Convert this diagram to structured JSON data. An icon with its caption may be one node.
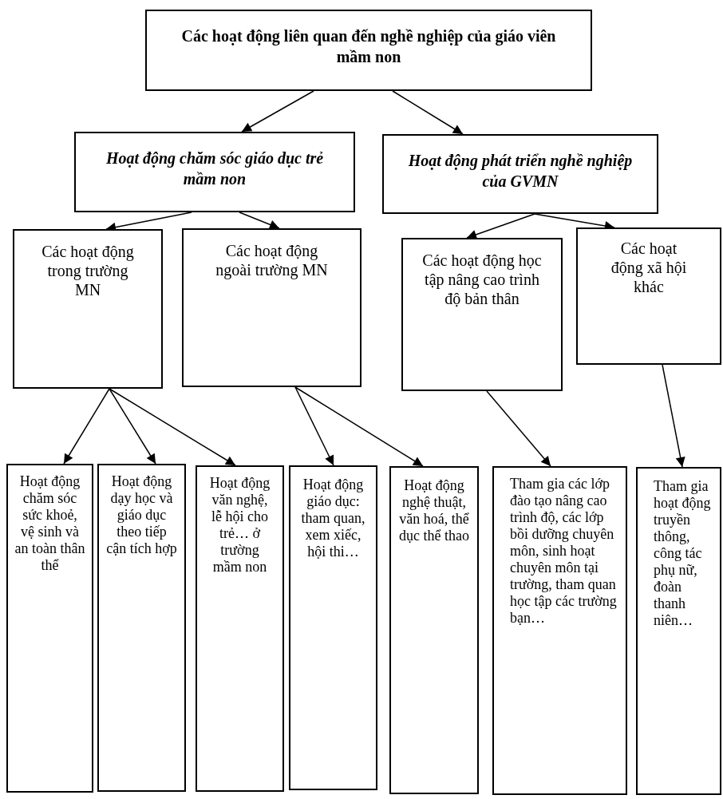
{
  "diagram": {
    "nodes": [
      {
        "text": [
          "Các hoạt động liên quan đến nghề nghiệp của giáo viên mầm non"
        ]
      },
      {
        "text": [
          "Hoạt động chăm sóc giáo dục trẻ mầm non"
        ]
      },
      {
        "text": [
          "Hoạt động phát triển nghề nghiệp của GVMN"
        ]
      },
      {
        "text": [
          "Các hoạt động trong trường MN"
        ]
      },
      {
        "text": [
          "Các hoạt động ngoài trường MN"
        ]
      },
      {
        "text": [
          "Các hoạt động học tập nâng cao trình độ bản thân"
        ]
      },
      {
        "text": [
          "Các hoạt động xã hội khác"
        ]
      },
      {
        "text": [
          "Hoạt động chăm sóc sức khoẻ, vệ sinh và an toàn thân thể"
        ]
      },
      {
        "text": [
          "Hoạt động dạy học và giáo dục theo tiếp cận tích hợp"
        ]
      },
      {
        "text": [
          "Hoạt động văn nghệ, lễ hội cho trẻ… ở trường mầm non"
        ]
      },
      {
        "text": [
          "Hoạt động giáo dục: tham quan, xem xiếc, hội thi…"
        ]
      },
      {
        "text": [
          "Hoạt động nghệ thuật, văn hoá, thể dục thể thao"
        ]
      },
      {
        "text": [
          "Tham gia các lớp đào tạo nâng cao trình độ, các lớp bồi dưỡng chuyên môn, sinh hoạt chuyên môn tại trường, tham quan học tập các trường bạn…"
        ]
      },
      {
        "text": [
          "Tham gia hoạt động truyền thông, công tác phụ nữ, đoàn thanh niên…"
        ]
      }
    ],
    "edges": [
      {
        "from": 0,
        "to": 1,
        "arrow": "to"
      },
      {
        "from": 0,
        "to": 2,
        "arrow": "to"
      },
      {
        "from": 1,
        "to": 3,
        "arrow": "to"
      },
      {
        "from": 1,
        "to": 4,
        "arrow": "to"
      },
      {
        "from": 2,
        "to": 5,
        "arrow": "to"
      },
      {
        "from": 2,
        "to": 6,
        "arrow": "to"
      },
      {
        "from": 3,
        "to": 7,
        "arrow": "to"
      },
      {
        "from": 3,
        "to": 8,
        "arrow": "to"
      },
      {
        "from": 3,
        "to": 9,
        "arrow": "to"
      },
      {
        "from": 4,
        "to": 10,
        "arrow": "to"
      },
      {
        "from": 4,
        "to": 11,
        "arrow": "to"
      },
      {
        "from": 5,
        "to": 12,
        "arrow": "to"
      },
      {
        "from": 6,
        "to": 13,
        "arrow": "to"
      }
    ]
  }
}
